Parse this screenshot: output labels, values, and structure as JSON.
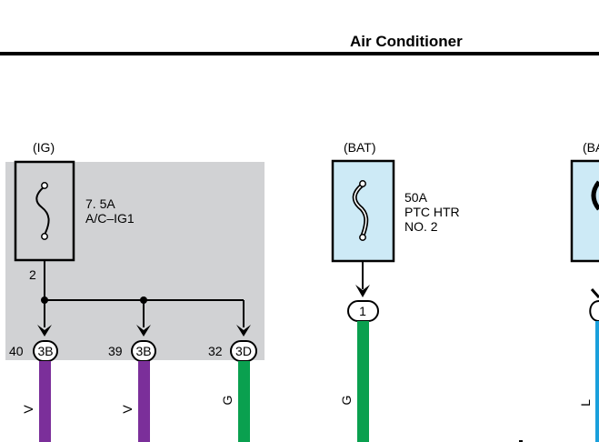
{
  "header": {
    "title": "Air Conditioner"
  },
  "circuit_ig": {
    "source_label": "(IG)",
    "fuse_rating": "7. 5A",
    "fuse_name": "A/C–IG1",
    "fuse_pin": "2",
    "branches": [
      {
        "pin": "40",
        "connector": "3B",
        "wire_color_code": "V",
        "wire_color": "#7b2f9a"
      },
      {
        "pin": "39",
        "connector": "3B",
        "wire_color_code": "V",
        "wire_color": "#7b2f9a"
      },
      {
        "pin": "32",
        "connector": "3D",
        "wire_color_code": "G",
        "wire_color": "#0aa04f"
      }
    ]
  },
  "circuit_bat": {
    "source_label": "(BAT)",
    "fuse_rating": "50A",
    "fuse_name_line1": "PTC HTR",
    "fuse_name_line2": "NO. 2",
    "connector": "1",
    "wire_color_code": "G",
    "wire_color": "#0aa04f"
  },
  "circuit_partial": {
    "source_label": "(BA",
    "wire_color_code": "L",
    "wire_color": "#1aa0dc"
  },
  "colors": {
    "shaded_area": "#d1d2d4",
    "fuse_fill": "#cdeaf6"
  }
}
